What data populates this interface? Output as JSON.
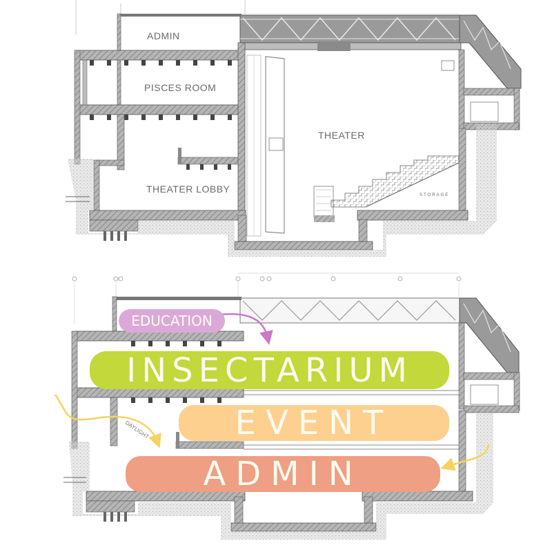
{
  "top_section": {
    "rooms": {
      "admin": "ADMIN",
      "pisces_room": "PISCES ROOM",
      "theater": "THEATER",
      "theater_lobby": "THEATER LOBBY",
      "storage": "STORAGE"
    }
  },
  "bottom_section": {
    "zones": {
      "education": "EDUCATION",
      "insectarium": "INSECTARIUM",
      "event": "EVENT",
      "admin": "ADMIN"
    },
    "annotation": "DAYLIGHT"
  },
  "colors": {
    "education": "#dba9d9",
    "insectarium": "#c2d83b",
    "event": "#fdd08f",
    "admin": "#ee9f84",
    "arrow_pink": "#c979c6",
    "arrow_yellow": "#f5d35e",
    "structure": "#6f6f6f",
    "truss_fill": "#9a9a9a"
  }
}
